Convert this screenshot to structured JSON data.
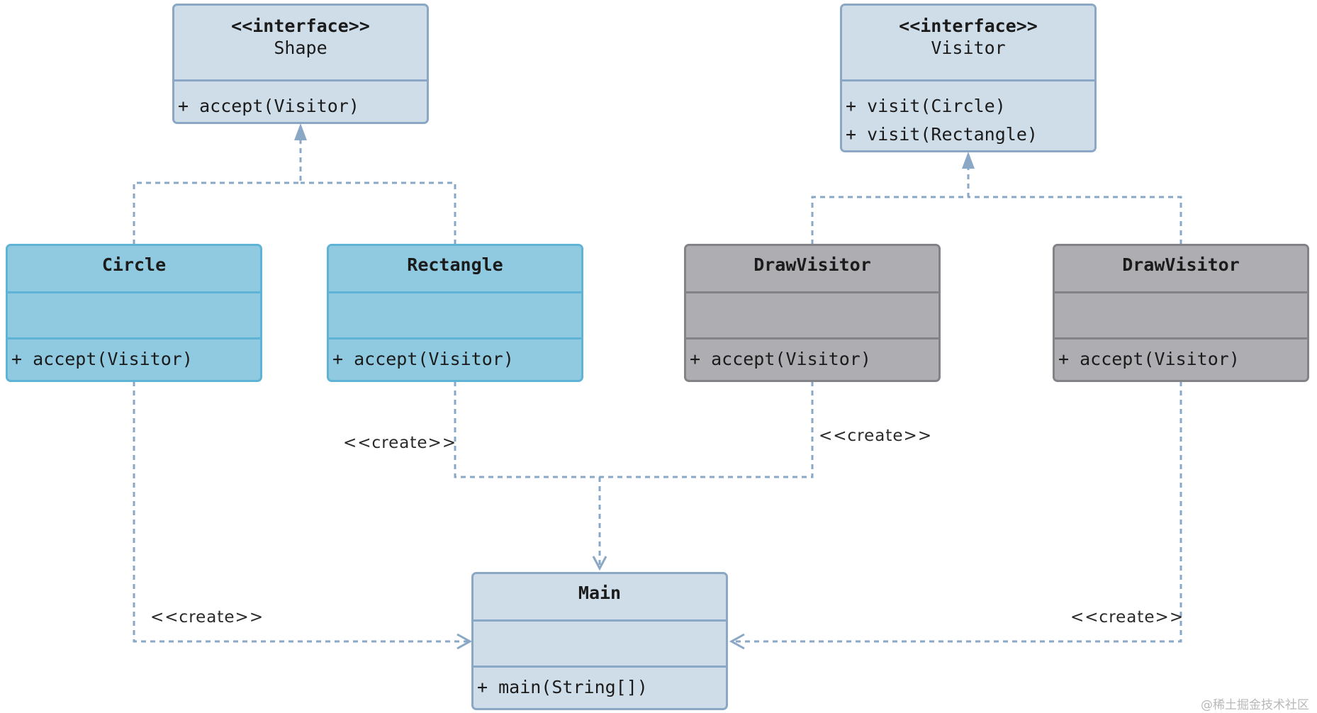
{
  "shape_interface": {
    "stereotype": "<<interface>>",
    "name": "Shape",
    "operations": [
      "+ accept(Visitor)"
    ]
  },
  "visitor_interface": {
    "stereotype": "<<interface>>",
    "name": "Visitor",
    "operations": [
      "+ visit(Circle)",
      "+ visit(Rectangle)"
    ]
  },
  "circle": {
    "name": "Circle",
    "operations": [
      "+ accept(Visitor)"
    ]
  },
  "rectangle": {
    "name": "Rectangle",
    "operations": [
      "+ accept(Visitor)"
    ]
  },
  "draw_visitor_1": {
    "name": "DrawVisitor",
    "operations": [
      "+ accept(Visitor)"
    ]
  },
  "draw_visitor_2": {
    "name": "DrawVisitor",
    "operations": [
      "+ accept(Visitor)"
    ]
  },
  "main": {
    "name": "Main",
    "operations": [
      "+ main(String[])"
    ]
  },
  "labels": {
    "create_rectangle": "<<create>>",
    "create_drawvisitor": "<<create>>",
    "create_circle": "<<create>>",
    "create_drawvisitor2": "<<create>>"
  },
  "watermark": "@稀土掘金技术社区",
  "colors": {
    "interface_fill": "#cfdde8",
    "interface_border": "#8aa8c5",
    "shape_class_fill": "#90cae0",
    "shape_class_border": "#5fb3d5",
    "visitor_class_fill": "#aeaeb2",
    "visitor_class_border": "#838387",
    "connector": "#8aa8c5"
  }
}
